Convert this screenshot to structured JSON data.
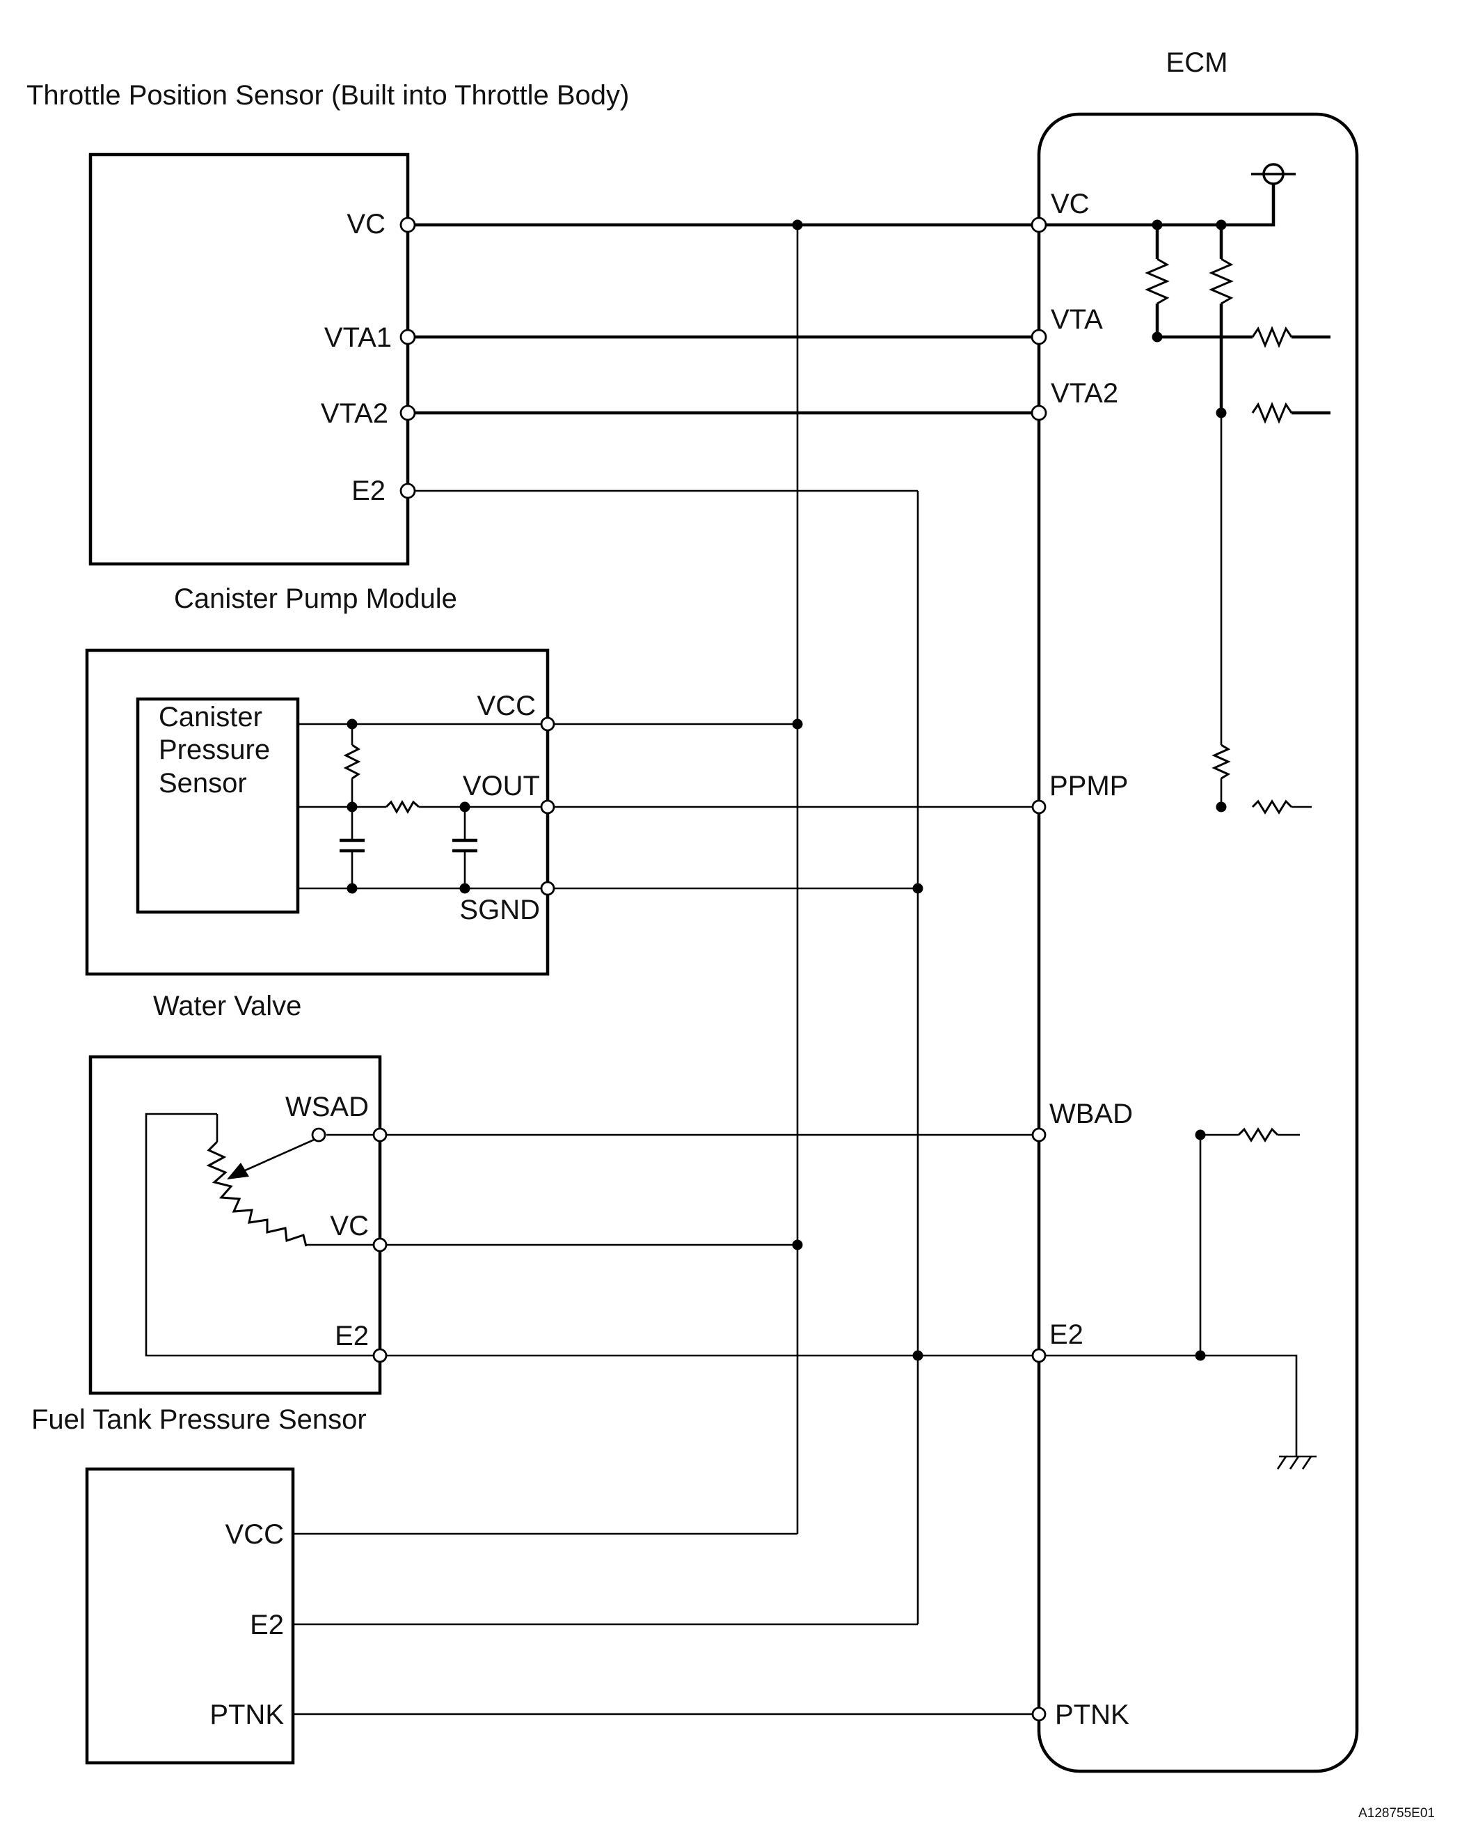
{
  "components": {
    "ecm": "ECM",
    "throttle_sensor": "Throttle Position Sensor (Built into Throttle Body)",
    "canister_pump_module": "Canister Pump Module",
    "canister_pressure_sensor": [
      "Canister",
      "Pressure",
      "Sensor"
    ],
    "water_valve": "Water Valve",
    "fuel_tank_pressure_sensor": "Fuel Tank Pressure Sensor"
  },
  "throttle_pins": {
    "vc": "VC",
    "vta1": "VTA1",
    "vta2": "VTA2",
    "e2": "E2"
  },
  "canister_pins": {
    "vcc": "VCC",
    "vout": "VOUT",
    "sgnd": "SGND"
  },
  "water_valve_pins": {
    "wsad": "WSAD",
    "vc": "VC",
    "e2": "E2"
  },
  "fuel_tank_pins": {
    "vcc": "VCC",
    "e2": "E2",
    "ptnk": "PTNK"
  },
  "ecm_pins": {
    "vc": "VC",
    "vta": "VTA",
    "vta2": "VTA2",
    "ppmp": "PPMP",
    "wbad": "WBAD",
    "e2": "E2",
    "ptnk": "PTNK"
  },
  "figure_code": "A128755E01"
}
